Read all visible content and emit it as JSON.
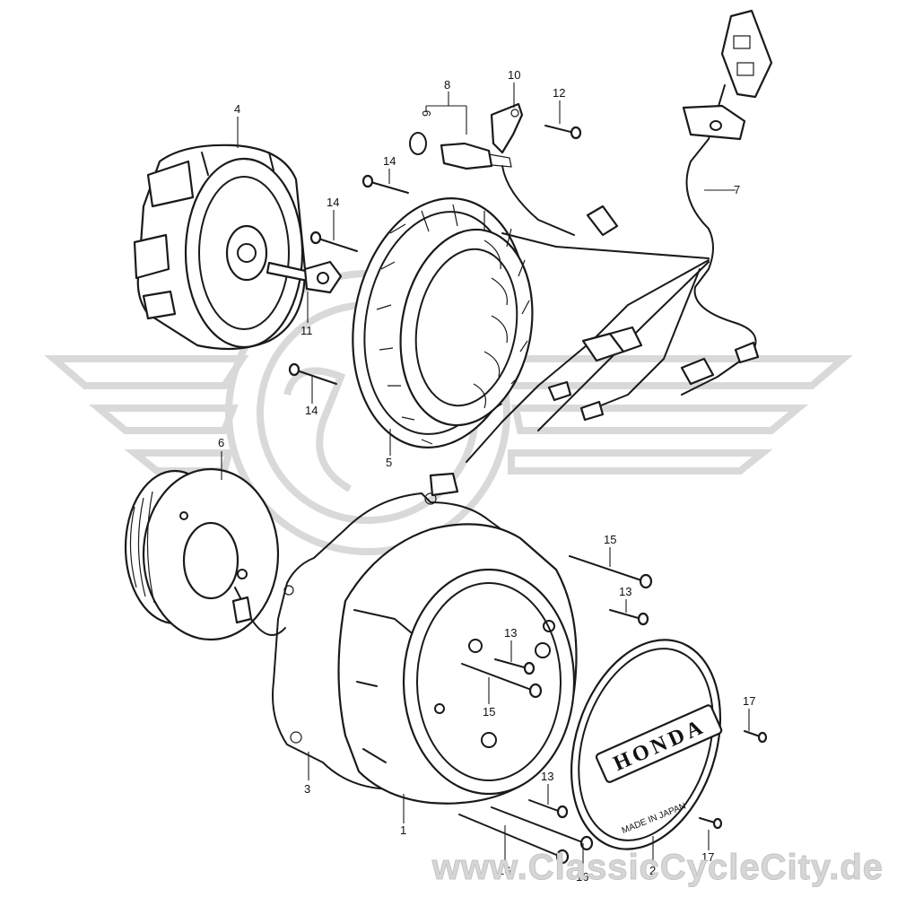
{
  "callouts": {
    "c1": "1",
    "c2": "2",
    "c3": "3",
    "c4": "4",
    "c5": "5",
    "c6": "6",
    "c7": "7",
    "c8": "8",
    "c9": "9",
    "c10": "10",
    "c11": "11",
    "c12": "12",
    "c13a": "13",
    "c13b": "13",
    "c13c": "13",
    "c14a": "14",
    "c14b": "14",
    "c14c": "14",
    "c15a": "15",
    "c15b": "15",
    "c16a": "16",
    "c16b": "16",
    "c17a": "17",
    "c17b": "17"
  },
  "cover_text": {
    "brand": "HONDA",
    "made_in": "MADE IN JAPAN"
  },
  "watermark": {
    "text": "www.ClassicCycleCity.de"
  }
}
